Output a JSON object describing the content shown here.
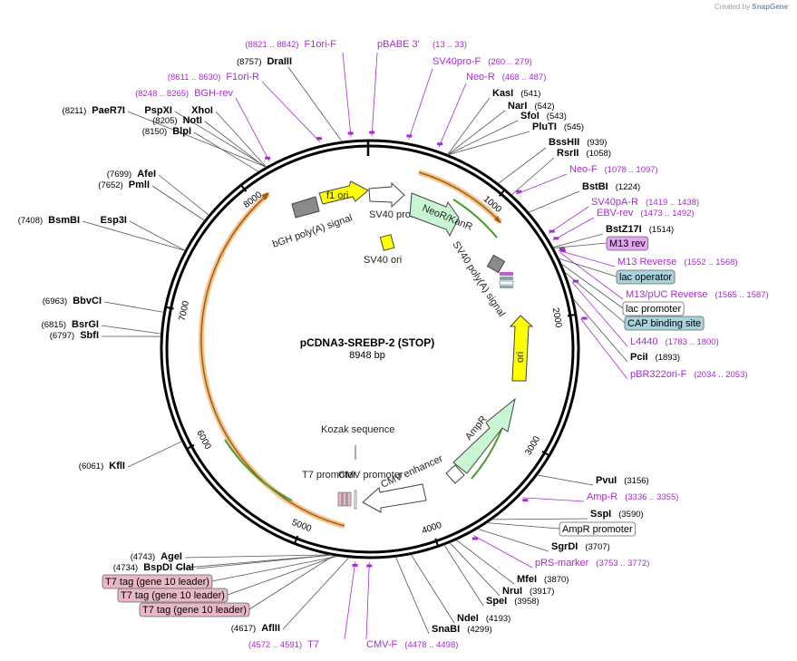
{
  "watermark": {
    "prefix": "Created by",
    "brand": "SnapGene"
  },
  "plasmid": {
    "name": "pCDNA3-SREBP-2 (STOP)",
    "size_label": "8948 bp",
    "size": 8948
  },
  "colors": {
    "primer": "#a82ad4",
    "backbone": "#000000",
    "orf": "#f0a030",
    "primer_arrow": "#3a8a1a"
  },
  "ticks": [
    {
      "label": "1000",
      "pos": 1000
    },
    {
      "label": "2000",
      "pos": 2000
    },
    {
      "label": "3000",
      "pos": 3000
    },
    {
      "label": "4000",
      "pos": 4000
    },
    {
      "label": "5000",
      "pos": 5000
    },
    {
      "label": "6000",
      "pos": 6000
    },
    {
      "label": "7000",
      "pos": 7000
    },
    {
      "label": "8000",
      "pos": 8000
    }
  ],
  "sites_right": [
    {
      "name": "KasI",
      "pos": "(541)",
      "bp": 541
    },
    {
      "name": "NarI",
      "pos": "(542)",
      "bp": 542
    },
    {
      "name": "SfoI",
      "pos": "(543)",
      "bp": 543
    },
    {
      "name": "PluTI",
      "pos": "(545)",
      "bp": 545
    },
    {
      "name": "BssHII",
      "pos": "(939)",
      "bp": 939
    },
    {
      "name": "RsrII",
      "pos": "(1058)",
      "bp": 1058
    },
    {
      "name": "BstBI",
      "pos": "(1224)",
      "bp": 1224
    },
    {
      "name": "BstZ17I",
      "pos": "(1514)",
      "bp": 1514
    },
    {
      "name": "PciI",
      "pos": "(1893)",
      "bp": 1893
    },
    {
      "name": "PvuI",
      "pos": "(3156)",
      "bp": 3156
    },
    {
      "name": "SspI",
      "pos": "(3590)",
      "bp": 3590
    },
    {
      "name": "SgrDI",
      "pos": "(3707)",
      "bp": 3707
    },
    {
      "name": "MfeI",
      "pos": "(3870)",
      "bp": 3870
    },
    {
      "name": "NruI",
      "pos": "(3917)",
      "bp": 3917
    },
    {
      "name": "SpeI",
      "pos": "(3958)",
      "bp": 3958
    },
    {
      "name": "NdeI",
      "pos": "(4193)",
      "bp": 4193
    },
    {
      "name": "SnaBI",
      "pos": "(4299)",
      "bp": 4299
    }
  ],
  "sites_left": [
    {
      "name": "DraIII",
      "pos": "(8757)",
      "bp": 8757
    },
    {
      "name": "PaeR7I",
      "pos": "(8211)",
      "bp": 8211
    },
    {
      "name": "PspXI",
      "pos": "",
      "bp": 8211
    },
    {
      "name": "XhoI",
      "pos": "",
      "bp": 8211
    },
    {
      "name": "NotI",
      "pos": "(8205)",
      "bp": 8205
    },
    {
      "name": "BlpI",
      "pos": "(8150)",
      "bp": 8150
    },
    {
      "name": "AfeI",
      "pos": "(7699)",
      "bp": 7699
    },
    {
      "name": "PmlI",
      "pos": "(7652)",
      "bp": 7652
    },
    {
      "name": "BsmBI",
      "pos": "(7408)",
      "bp": 7408
    },
    {
      "name": "Esp3I",
      "pos": "",
      "bp": 7408
    },
    {
      "name": "BbvCI",
      "pos": "(6963)",
      "bp": 6963
    },
    {
      "name": "BsrGI",
      "pos": "(6815)",
      "bp": 6815
    },
    {
      "name": "SbfI",
      "pos": "(6797)",
      "bp": 6797
    },
    {
      "name": "KflI",
      "pos": "(6061)",
      "bp": 6061
    },
    {
      "name": "AgeI",
      "pos": "(4743)",
      "bp": 4743
    },
    {
      "name": "BspDI",
      "pos": "(4734)",
      "bp": 4734
    },
    {
      "name": "ClaI",
      "pos": "",
      "bp": 4734
    },
    {
      "name": "AflII",
      "pos": "(4617)",
      "bp": 4617
    }
  ],
  "primers": [
    {
      "name": "F1ori-F",
      "pos": "(8821 .. 8842)"
    },
    {
      "name": "pBABE 3'",
      "pos": ""
    },
    {
      "name": "SV40pro-F",
      "pos": "(260 .. 279)"
    },
    {
      "name": "Neo-R",
      "pos": "(468 .. 487)"
    },
    {
      "name": "F1ori-R",
      "pos": "(8611 .. 8630)"
    },
    {
      "name": "BGH-rev",
      "pos": "(8248 .. 8265)"
    },
    {
      "name": "Neo-F",
      "pos": "(1078 .. 1097)"
    },
    {
      "name": "SV40pA-R",
      "pos": "(1419 .. 1438)"
    },
    {
      "name": "EBV-rev",
      "pos": "(1473 .. 1492)"
    },
    {
      "name": "M13 Reverse",
      "pos": "(1552 .. 1568)"
    },
    {
      "name": "M13/pUC Reverse",
      "pos": "(1565 .. 1587)"
    },
    {
      "name": "L4440",
      "pos": "(1783 .. 1800)"
    },
    {
      "name": "pBR322ori-F",
      "pos": "(2034 .. 2053)"
    },
    {
      "name": "Amp-R",
      "pos": "(3336 .. 3355)"
    },
    {
      "name": "pRS-marker",
      "pos": "(3753 .. 3772)"
    },
    {
      "name": "T7",
      "pos": "(4572 .. 4591)"
    },
    {
      "name": "CMV-F",
      "pos": "(4478 .. 4498)"
    }
  ],
  "pbabe_pos": "(13 .. 33)",
  "badges": [
    {
      "label": "M13 rev",
      "fill": "#e3a6f2"
    },
    {
      "label": "lac operator",
      "fill": "#a9d3dc"
    },
    {
      "label": "lac promoter",
      "fill": "#ffffff"
    },
    {
      "label": "CAP binding site",
      "fill": "#a9d3dc"
    },
    {
      "label": "AmpR promoter",
      "fill": "#ffffff"
    },
    {
      "label": "T7 tag (gene 10 leader)",
      "fill": "#e8b9c4"
    },
    {
      "label": "T7 tag (gene 10 leader)",
      "fill": "#e8b9c4"
    },
    {
      "label": "T7 tag (gene 10 leader)",
      "fill": "#e8b9c4"
    }
  ],
  "features": {
    "f1_ori": "f1 ori",
    "bgh": "bGH poly(A) signal",
    "sv40_promoter": "SV40 promoter",
    "neo": "NeoR/KanR",
    "sv40_polya": "SV40 poly(A) signal",
    "sv40_ori": "SV40 ori",
    "ori": "ori",
    "ampr": "AmpR",
    "cmv_enhancer": "CMV enhancer",
    "cmv_promoter": "CMV promoter",
    "t7_promoter": "T7 promoter",
    "kozak": "Kozak sequence"
  }
}
